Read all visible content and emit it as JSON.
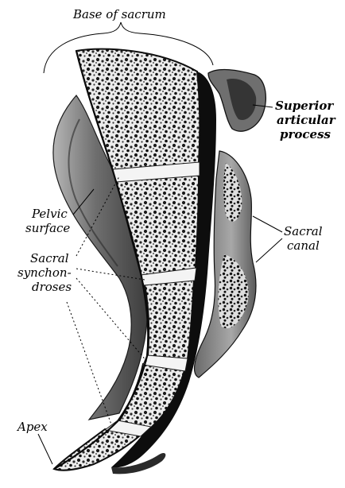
{
  "figure": {
    "labels": {
      "base_of_sacrum": "Base of sacrum",
      "superior_articular_process": [
        "Superior",
        "articular",
        "process"
      ],
      "pelvic_surface": [
        "Pelvic",
        "surface"
      ],
      "sacral_canal": [
        "Sacral",
        "canal"
      ],
      "sacral_synchondroses": [
        "Sacral",
        "synchon-",
        "droses"
      ],
      "apex": "Apex"
    },
    "colors": {
      "ink": "#000000",
      "bone_shadow": "#3a3a3a",
      "bone_mid": "#7a7a7a",
      "bone_light": "#c8c8c8",
      "disc": "#f2f2f2",
      "canal": "#0d0d0d"
    }
  }
}
